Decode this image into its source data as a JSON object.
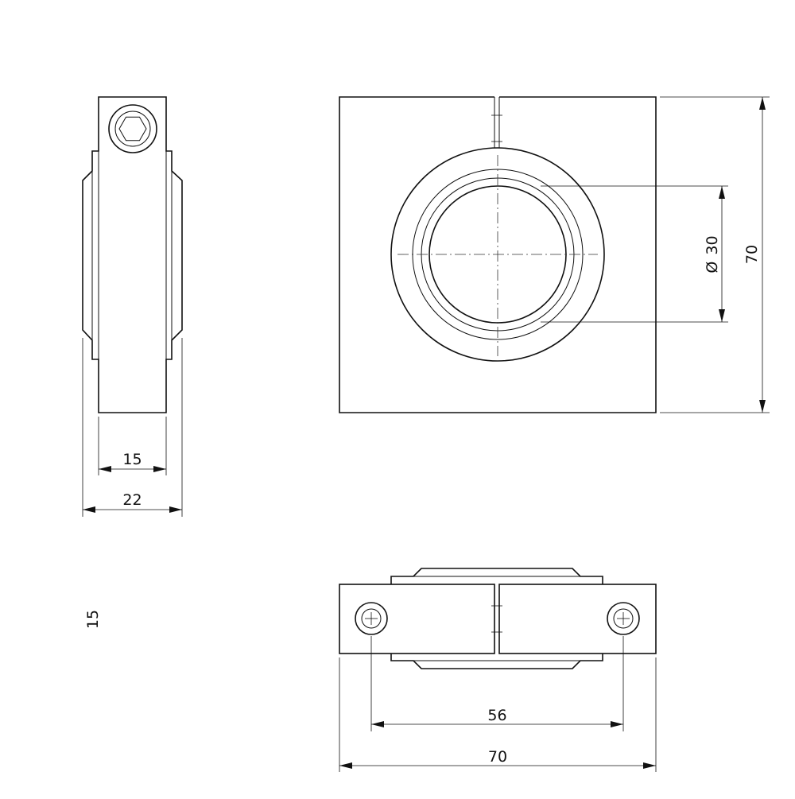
{
  "dimensions": {
    "side_inner_width": "15",
    "side_outer_width": "22",
    "front_diameter_prefix": "Ø",
    "front_diameter_value": "30",
    "front_height": "70",
    "bottom_hole_spacing": "56",
    "bottom_width": "70",
    "side_note": "15"
  },
  "colors": {
    "line": "#111111",
    "background": "#ffffff"
  }
}
